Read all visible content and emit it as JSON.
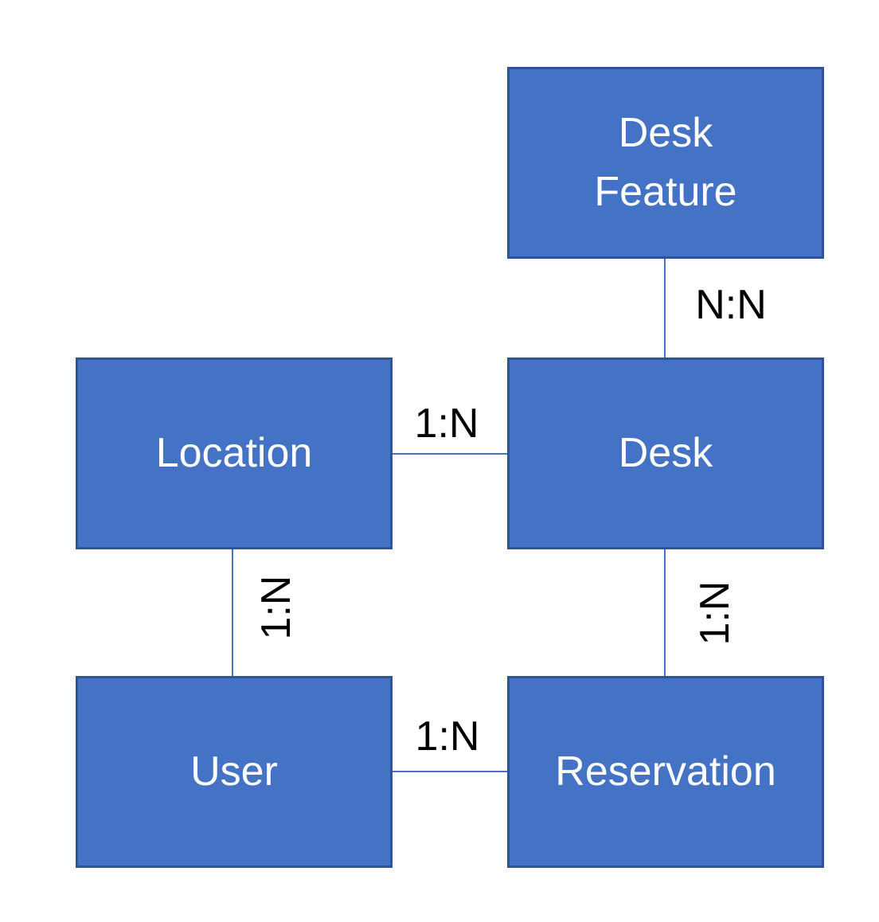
{
  "diagram": {
    "type": "entity-relationship",
    "entities": [
      {
        "id": "desk-feature",
        "label": "Desk\nFeature"
      },
      {
        "id": "location",
        "label": "Location"
      },
      {
        "id": "desk",
        "label": "Desk"
      },
      {
        "id": "user",
        "label": "User"
      },
      {
        "id": "reservation",
        "label": "Reservation"
      }
    ],
    "relationships": [
      {
        "from": "desk-feature",
        "to": "desk",
        "label": "N:N",
        "orientation": "vertical"
      },
      {
        "from": "location",
        "to": "desk",
        "label": "1:N",
        "orientation": "horizontal"
      },
      {
        "from": "location",
        "to": "user",
        "label": "1:N",
        "orientation": "vertical"
      },
      {
        "from": "desk",
        "to": "reservation",
        "label": "1:N",
        "orientation": "vertical"
      },
      {
        "from": "user",
        "to": "reservation",
        "label": "1:N",
        "orientation": "horizontal"
      }
    ]
  },
  "colors": {
    "background": "#ffffff",
    "entity-fill": "#4472C4",
    "entity-border": "#2F5496",
    "entity-text": "#ffffff",
    "connector": "#4472C4",
    "label-text": "#000000"
  }
}
